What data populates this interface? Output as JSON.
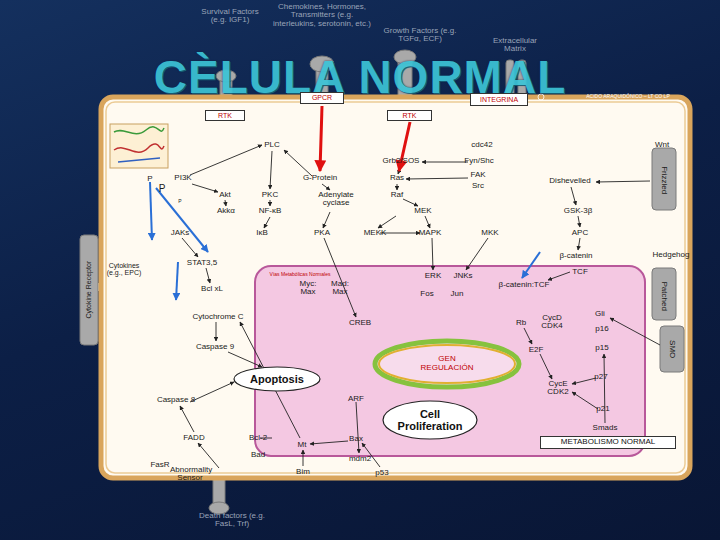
{
  "diagram": {
    "title": "CÈLULA NORMAL",
    "nodes": [
      {
        "text": [
          "GPCR"
        ]
      },
      {
        "text": [
          "INTEGRINA"
        ]
      },
      {
        "text": [
          "RTK"
        ]
      },
      {
        "text": [
          "RTK"
        ]
      },
      {
        "text": [
          "GEN REGULACIÓN"
        ]
      },
      {
        "text": [
          "Apoptosis"
        ]
      },
      {
        "text": [
          "Cell Proliferation"
        ]
      },
      {
        "text": [
          "METABOLISMO NORMAL"
        ]
      }
    ],
    "labels": [
      "Survival Factors (e.g. IGF1)",
      "Chemokines, Hormones, Transmitters (e.g. interleukins, serotonin, etc.)",
      "Growth Factors (e.g. TGFα, ECF)",
      "Extracellular Matrix",
      "ACIDO ARAQUIDÓNICO – LT CO LP",
      "Wnt",
      "Frizzled",
      "Hedgehog",
      "Patched",
      "SMO",
      "Cytokines (e.g., EPC)",
      "Cytokine Receptor",
      "PLC",
      "cdc42",
      "Grb2/SOS",
      "Fyn/Shc",
      "PI3K",
      "G-Protein",
      "Ras",
      "FAK",
      "Src",
      "Dishevelled",
      "Akt",
      "PKC",
      "Adenylate cyclase",
      "Raf",
      "Akkα",
      "NF-κB",
      "MEK",
      "GSK-3β",
      "APC",
      "JAKs",
      "IκB",
      "PKA",
      "MEKK",
      "MAPK",
      "MKK",
      "β-catenin",
      "TCF",
      "STAT3,5",
      "Vías Metabólicas Normales",
      "Myc: Max",
      "Mad: Max",
      "ERK",
      "JNKs",
      "β-catenin:TCF",
      "Fos",
      "Jun",
      "Bcl xL",
      "Gli",
      "Cytochrome C",
      "CREB",
      "Rb",
      "CycD CDK4",
      "p16",
      "Caspase 9",
      "p15",
      "E2F",
      "p27",
      "CycE CDK2",
      "ARF",
      "Caspase 8",
      "p21",
      "FADD",
      "Bcl-2",
      "Smads",
      "Bax",
      "Mt",
      "Bad",
      "mdm2",
      "FasR",
      "Abnormality Sensor",
      "Bim",
      "p53",
      "Death factors (e.g. FasL, Trf)",
      "P",
      "P",
      "P"
    ]
  }
}
